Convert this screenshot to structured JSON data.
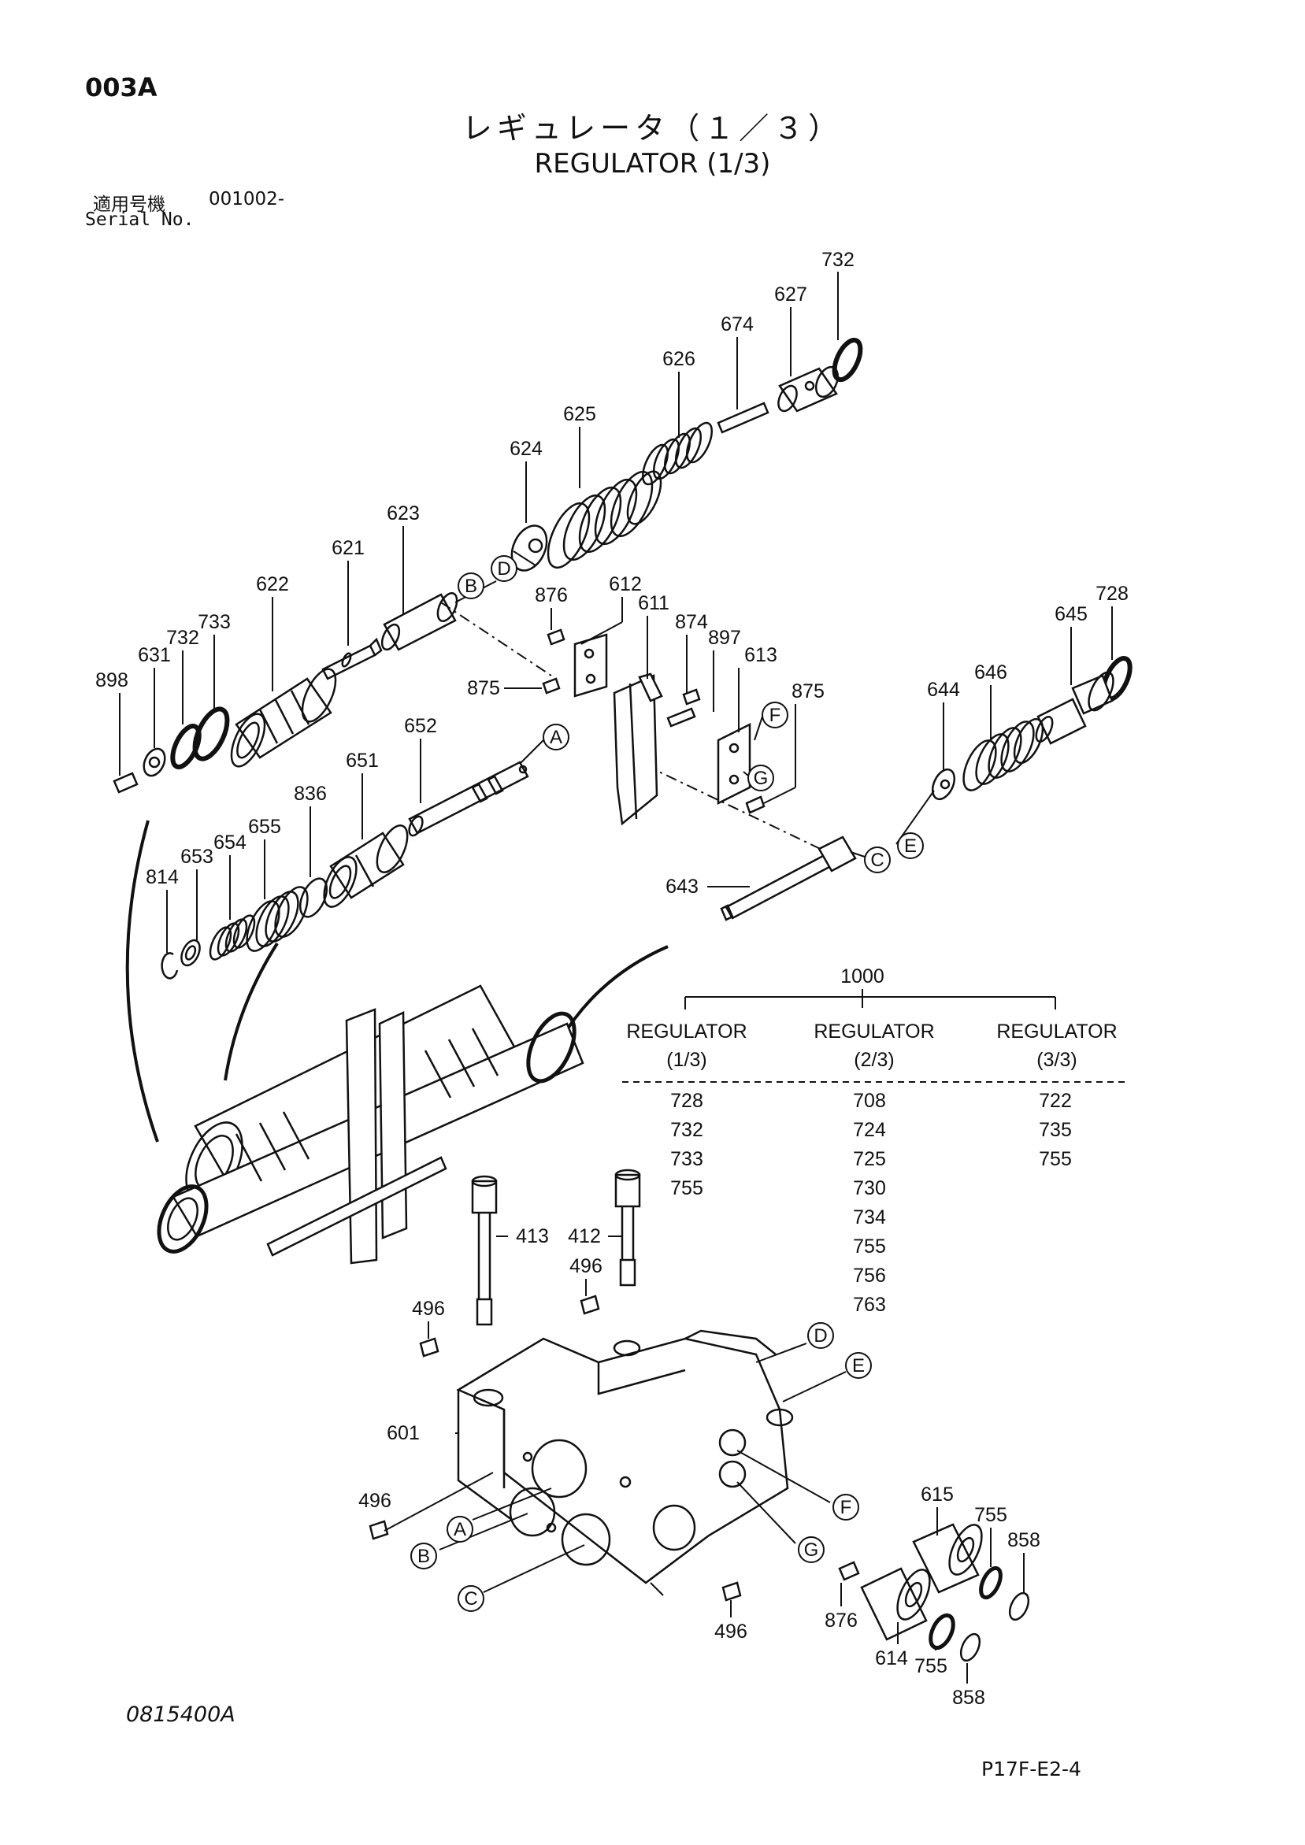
{
  "header": {
    "page_code": "003A",
    "title_jp": "レギュレータ（１／３）",
    "title_en": "REGULATOR (1/3)",
    "serial_label_jp": "適用号機",
    "serial_value": "001002-",
    "serial_label_en": "Serial No."
  },
  "footer": {
    "document_id": "0815400A",
    "page_ref": "P17F-E2-4"
  },
  "part_labels": {
    "p732a": "732",
    "p627": "627",
    "p674": "674",
    "p626": "626",
    "p625": "625",
    "p624": "624",
    "p623": "623",
    "p621": "621",
    "p622": "622",
    "p733": "733",
    "p732b": "732",
    "p631": "631",
    "p898": "898",
    "p876a": "876",
    "p612": "612",
    "p611": "611",
    "p874": "874",
    "p897": "897",
    "p613": "613",
    "p875a": "875",
    "p875b": "875",
    "p645": "645",
    "p728": "728",
    "p646": "646",
    "p644": "644",
    "p652": "652",
    "p651": "651",
    "p836": "836",
    "p655": "655",
    "p654": "654",
    "p653": "653",
    "p814": "814",
    "p643": "643",
    "p413": "413",
    "p412": "412",
    "p496a": "496",
    "p496b": "496",
    "p601": "601",
    "p496c": "496",
    "p496d": "496",
    "p615": "615",
    "p755a": "755",
    "p858a": "858",
    "p876b": "876",
    "p614": "614",
    "p755b": "755",
    "p858b": "858"
  },
  "ref_letters": {
    "A": "A",
    "B": "B",
    "C": "C",
    "D": "D",
    "E": "E",
    "F": "F",
    "G": "G"
  },
  "kit_table": {
    "kit_number": "1000",
    "columns": [
      {
        "title": "REGULATOR",
        "subtitle": "(1/3)",
        "parts": [
          "728",
          "732",
          "733",
          "755"
        ]
      },
      {
        "title": "REGULATOR",
        "subtitle": "(2/3)",
        "parts": [
          "708",
          "724",
          "725",
          "730",
          "734",
          "755",
          "756",
          "763"
        ]
      },
      {
        "title": "REGULATOR",
        "subtitle": "(3/3)",
        "parts": [
          "722",
          "735",
          "755"
        ]
      }
    ]
  }
}
